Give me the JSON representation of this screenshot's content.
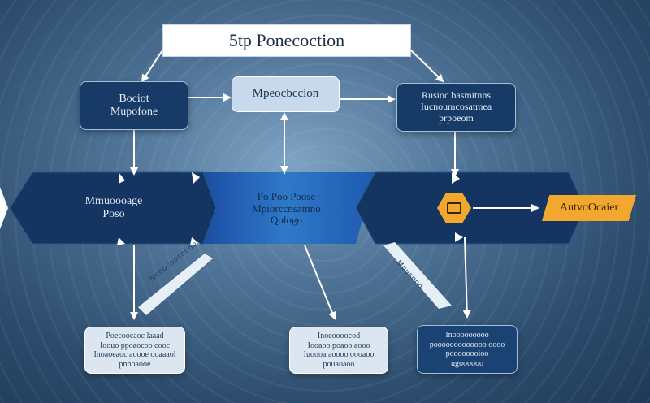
{
  "diagram": {
    "title": "5tp Ponecoction",
    "top_left": [
      "Bociot",
      "Mupofone"
    ],
    "top_center": "Mpeocbccion",
    "top_right": [
      "Rusioc basmitnns",
      "Iucnoumcosatmea",
      "prpoeom"
    ],
    "hex_left": [
      "Mmuoooage",
      "Poso"
    ],
    "hex_center": [
      "Po Poo Poose",
      "Mpiorccnsamno",
      "Qologo"
    ],
    "output_label": "AutvoOcaier",
    "bottom_left": [
      "Poecoocaoc laaad",
      "Ioouo ppoaocoo cooc",
      "Inoaoeaoc aoooe ooaaaol",
      "pnnoaooe"
    ],
    "bottom_center": [
      "Inocoooocod",
      "Iooaoo poaoo aooo",
      "Iuoooa aoooo oooaoo",
      "pouaoaoo"
    ],
    "bottom_right": [
      "Inooooooooo",
      "pooooooooooooo oooo",
      "poooooooioo",
      "ugoooooo"
    ],
    "band_left": "Nooocoocoooos",
    "band_right": "Muusooo"
  }
}
